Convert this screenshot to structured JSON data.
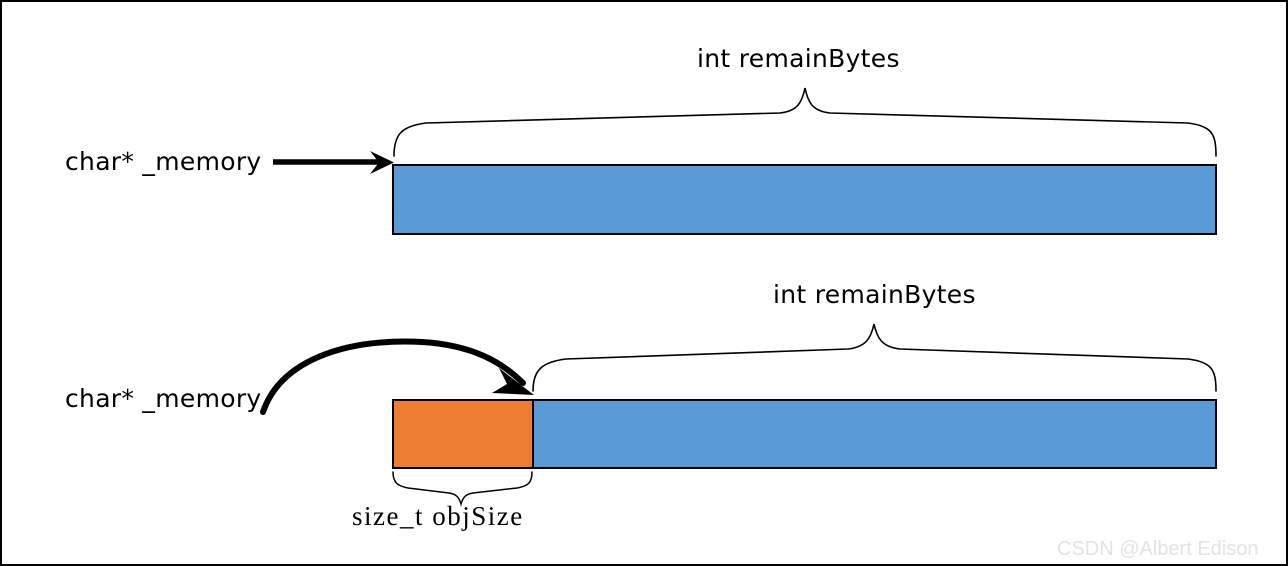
{
  "diagram": {
    "title_semantic": "memory-pool-allocation-diagram",
    "colors": {
      "remaining_memory_fill": "#5B9BD5",
      "allocated_object_fill": "#ED7D31",
      "stroke": "#000000",
      "background": "#FFFFFF",
      "watermark_text_color": "#E3E3E3"
    },
    "panels": [
      {
        "id": "before-allocation",
        "pointer_label": "char* _memory",
        "brace_label": "int remainBytes",
        "blocks": [
          {
            "name": "remain-bytes-block",
            "label": "",
            "fill": "#5B9BD5"
          }
        ]
      },
      {
        "id": "after-allocation",
        "pointer_label": "char* _memory",
        "brace_label": "int remainBytes",
        "object_size_label": "size_t objSize",
        "blocks": [
          {
            "name": "obj-size-block",
            "label": "",
            "fill": "#ED7D31"
          },
          {
            "name": "remain-bytes-block",
            "label": "",
            "fill": "#5B9BD5"
          }
        ]
      }
    ]
  },
  "watermark": {
    "text": "CSDN @Albert Edison"
  }
}
